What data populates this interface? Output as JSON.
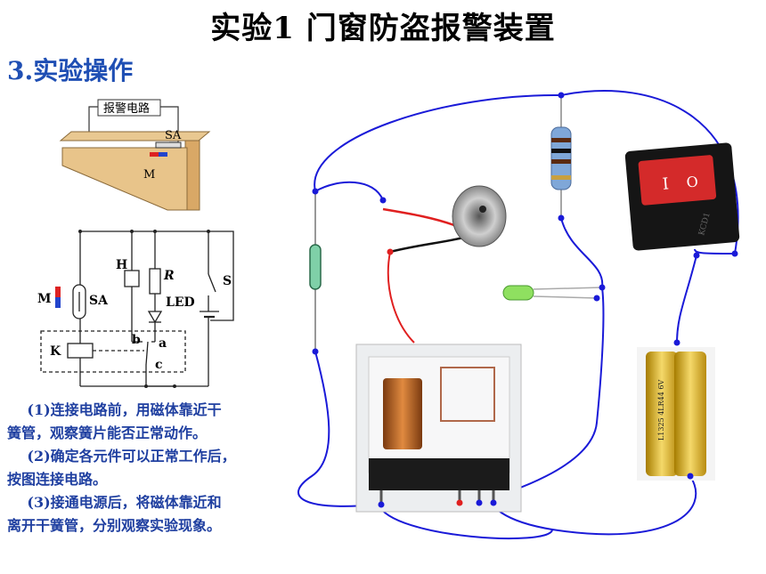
{
  "title": "实验1 门窗防盗报警装置",
  "section": "3.实验操作",
  "door_diagram": {
    "circuit_label": "报警电路",
    "switch_label": "SA",
    "magnet_label": "M"
  },
  "schematic": {
    "M": "M",
    "SA": "SA",
    "H": "H",
    "R": "R",
    "LED": "LED",
    "S": "S",
    "K": "K",
    "b": "b",
    "a": "a",
    "c": "c"
  },
  "steps": [
    {
      "num": "(1)",
      "text": "连接电路前，用磁体靠近干",
      "cont": "簧管，观察簧片能否正常动作。"
    },
    {
      "num": "(2)",
      "text": "确定各元件可以正常工作后，",
      "cont": "按图连接电路。"
    },
    {
      "num": "(3)",
      "text": "接通电源后，将磁体靠近和",
      "cont": "离开干簧管，分别观察实验现象。"
    }
  ],
  "switch_marks": {
    "on": "I",
    "off": "O",
    "side_text": "KCD1"
  },
  "battery_text": "L1325 4LR44 6V",
  "colors": {
    "wire": "#1a1ad8",
    "red_lead": "#e02020",
    "step_text": "#1f3fa0",
    "section": "#1f4fb4"
  }
}
